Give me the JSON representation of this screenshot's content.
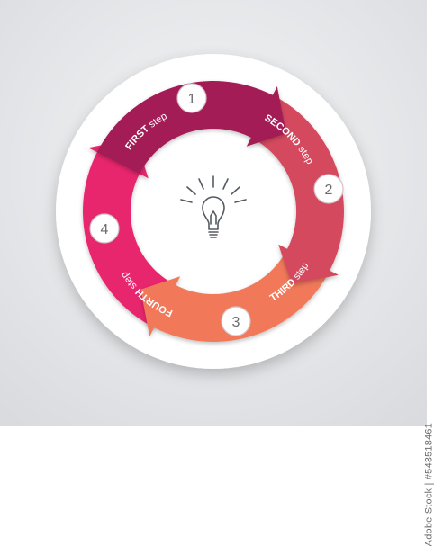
{
  "diagram": {
    "steps": [
      {
        "number": "1",
        "word": "FIRST",
        "suffix": "step",
        "color": "#a31d55"
      },
      {
        "number": "2",
        "word": "SECOND",
        "suffix": "step",
        "color": "#d5485f"
      },
      {
        "number": "3",
        "word": "THIRD",
        "suffix": "step",
        "color": "#f1795a"
      },
      {
        "number": "4",
        "word": "FOURTH",
        "suffix": "step",
        "color": "#e8266d"
      }
    ],
    "center_icon": "lightbulb-icon",
    "colors": {
      "background": "#e5e6e8",
      "disc": "#ffffff",
      "icon_stroke": "#555a63"
    }
  },
  "stock_id": "Adobe Stock | #543518461"
}
